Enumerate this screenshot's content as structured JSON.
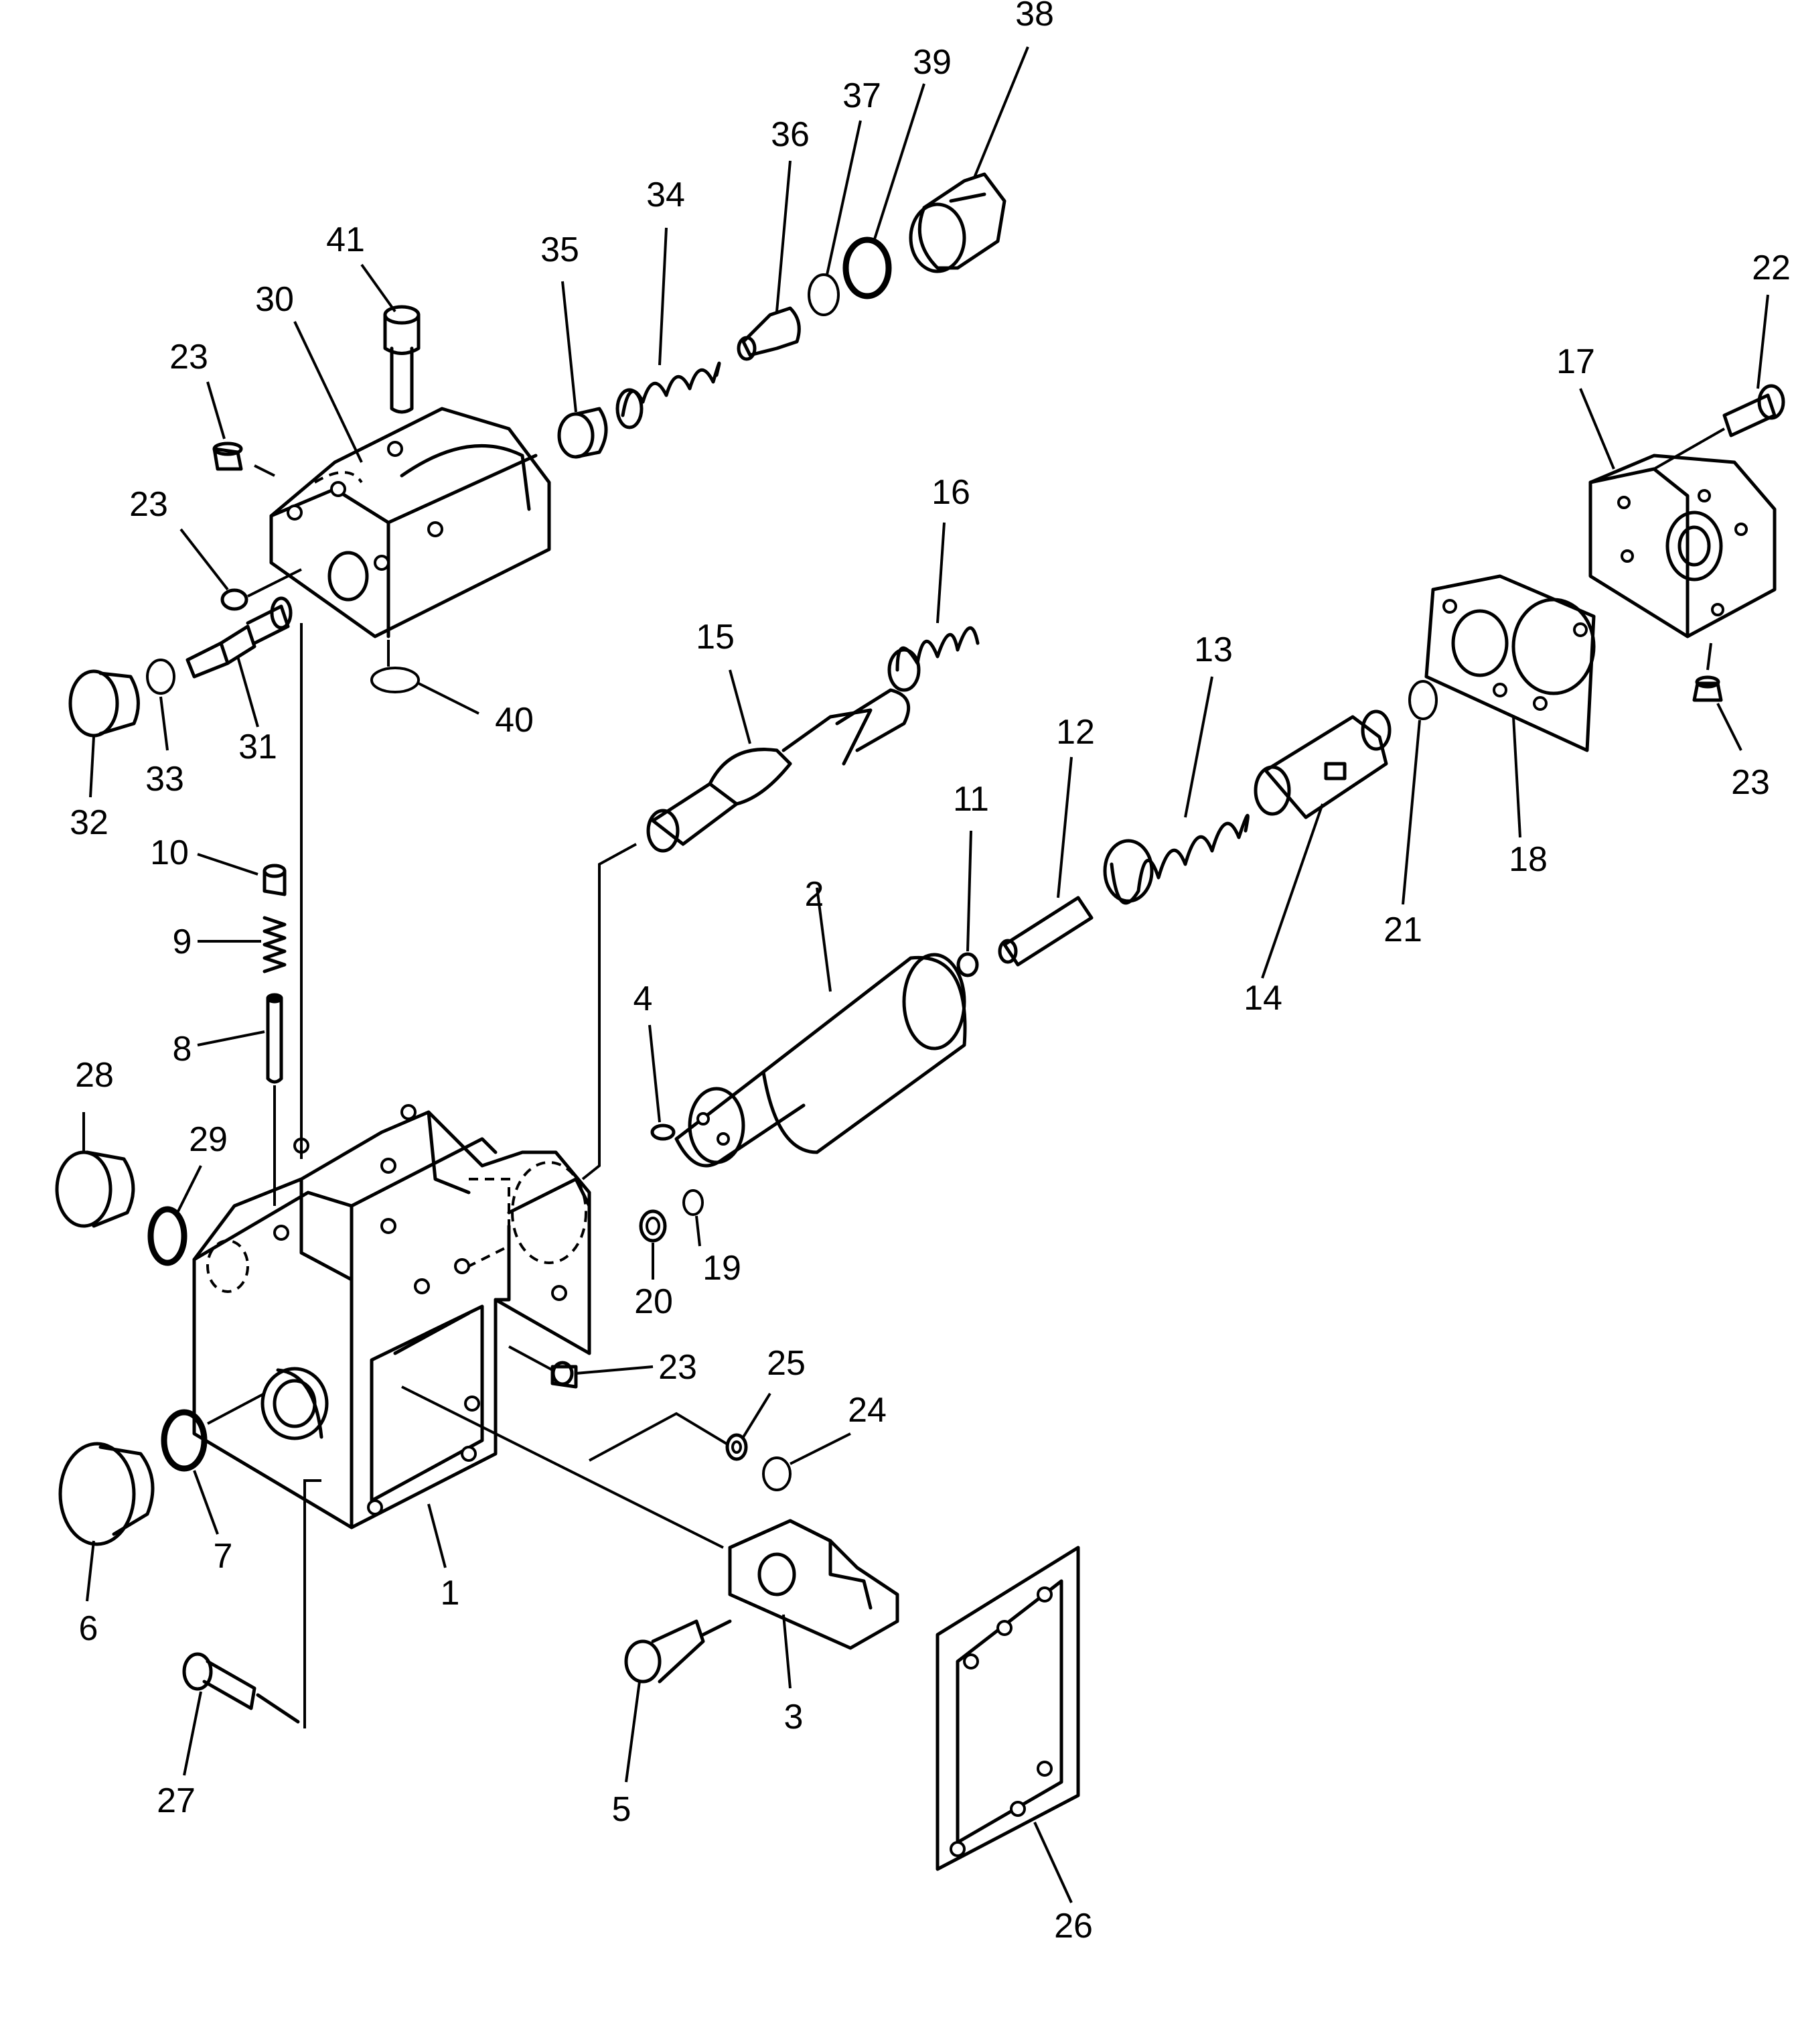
{
  "diagram": {
    "callouts": [
      {
        "id": "c1",
        "text": "1"
      },
      {
        "id": "c2",
        "text": "2"
      },
      {
        "id": "c3",
        "text": "3"
      },
      {
        "id": "c4",
        "text": "4"
      },
      {
        "id": "c5",
        "text": "5"
      },
      {
        "id": "c6",
        "text": "6"
      },
      {
        "id": "c7",
        "text": "7"
      },
      {
        "id": "c8",
        "text": "8"
      },
      {
        "id": "c9",
        "text": "9"
      },
      {
        "id": "c10",
        "text": "10"
      },
      {
        "id": "c11",
        "text": "11"
      },
      {
        "id": "c12",
        "text": "12"
      },
      {
        "id": "c13",
        "text": "13"
      },
      {
        "id": "c14",
        "text": "14"
      },
      {
        "id": "c15",
        "text": "15"
      },
      {
        "id": "c16",
        "text": "16"
      },
      {
        "id": "c17",
        "text": "17"
      },
      {
        "id": "c18",
        "text": "18"
      },
      {
        "id": "c19",
        "text": "19"
      },
      {
        "id": "c20",
        "text": "20"
      },
      {
        "id": "c21",
        "text": "21"
      },
      {
        "id": "c22",
        "text": "22"
      },
      {
        "id": "c23a",
        "text": "23"
      },
      {
        "id": "c23b",
        "text": "23"
      },
      {
        "id": "c23c",
        "text": "23"
      },
      {
        "id": "c23d",
        "text": "23"
      },
      {
        "id": "c24",
        "text": "24"
      },
      {
        "id": "c25",
        "text": "25"
      },
      {
        "id": "c26",
        "text": "26"
      },
      {
        "id": "c27",
        "text": "27"
      },
      {
        "id": "c28",
        "text": "28"
      },
      {
        "id": "c29",
        "text": "29"
      },
      {
        "id": "c30",
        "text": "30"
      },
      {
        "id": "c31",
        "text": "31"
      },
      {
        "id": "c32",
        "text": "32"
      },
      {
        "id": "c33",
        "text": "33"
      },
      {
        "id": "c34",
        "text": "34"
      },
      {
        "id": "c35",
        "text": "35"
      },
      {
        "id": "c36",
        "text": "36"
      },
      {
        "id": "c37",
        "text": "37"
      },
      {
        "id": "c38",
        "text": "38"
      },
      {
        "id": "c39",
        "text": "39"
      },
      {
        "id": "c40",
        "text": "40"
      },
      {
        "id": "c41",
        "text": "41"
      }
    ]
  }
}
